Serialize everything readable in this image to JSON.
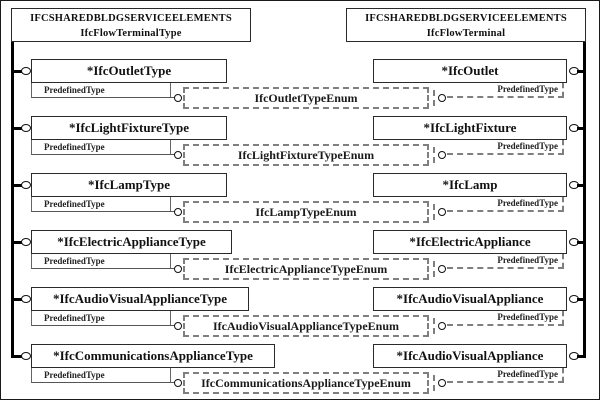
{
  "diagram": {
    "left_schema": {
      "line1": "IFCSHAREDBLDGSERVICEELEMENTS",
      "line2": "IfcFlowTerminalType"
    },
    "right_schema": {
      "line1": "IFCSHAREDBLDGSERVICEELEMENTS",
      "line2": "IfcFlowTerminal"
    },
    "attribute_label": "PredefinedType",
    "rows": [
      {
        "left": "*IfcOutletType",
        "enum": "IfcOutletTypeEnum",
        "right": "*IfcOutlet"
      },
      {
        "left": "*IfcLightFixtureType",
        "enum": "IfcLightFixtureTypeEnum",
        "right": "*IfcLightFixture"
      },
      {
        "left": "*IfcLampType",
        "enum": "IfcLampTypeEnum",
        "right": "*IfcLamp"
      },
      {
        "left": "*IfcElectricApplianceType",
        "enum": "IfcElectricApplianceTypeEnum",
        "right": "*IfcElectricAppliance"
      },
      {
        "left": "*IfcAudioVisualApplianceType",
        "enum": "IfcAudioVisualApplianceTypeEnum",
        "right": "*IfcAudioVisualAppliance"
      },
      {
        "left": "*IfcCommunicationsApplianceType",
        "enum": "IfcCommunicationsApplianceTypeEnum",
        "right": "*IfcAudioVisualAppliance"
      }
    ],
    "colors": {
      "line": "#1a1a1a",
      "dashed": "#7f7f7f",
      "background": "#ffffff"
    }
  }
}
